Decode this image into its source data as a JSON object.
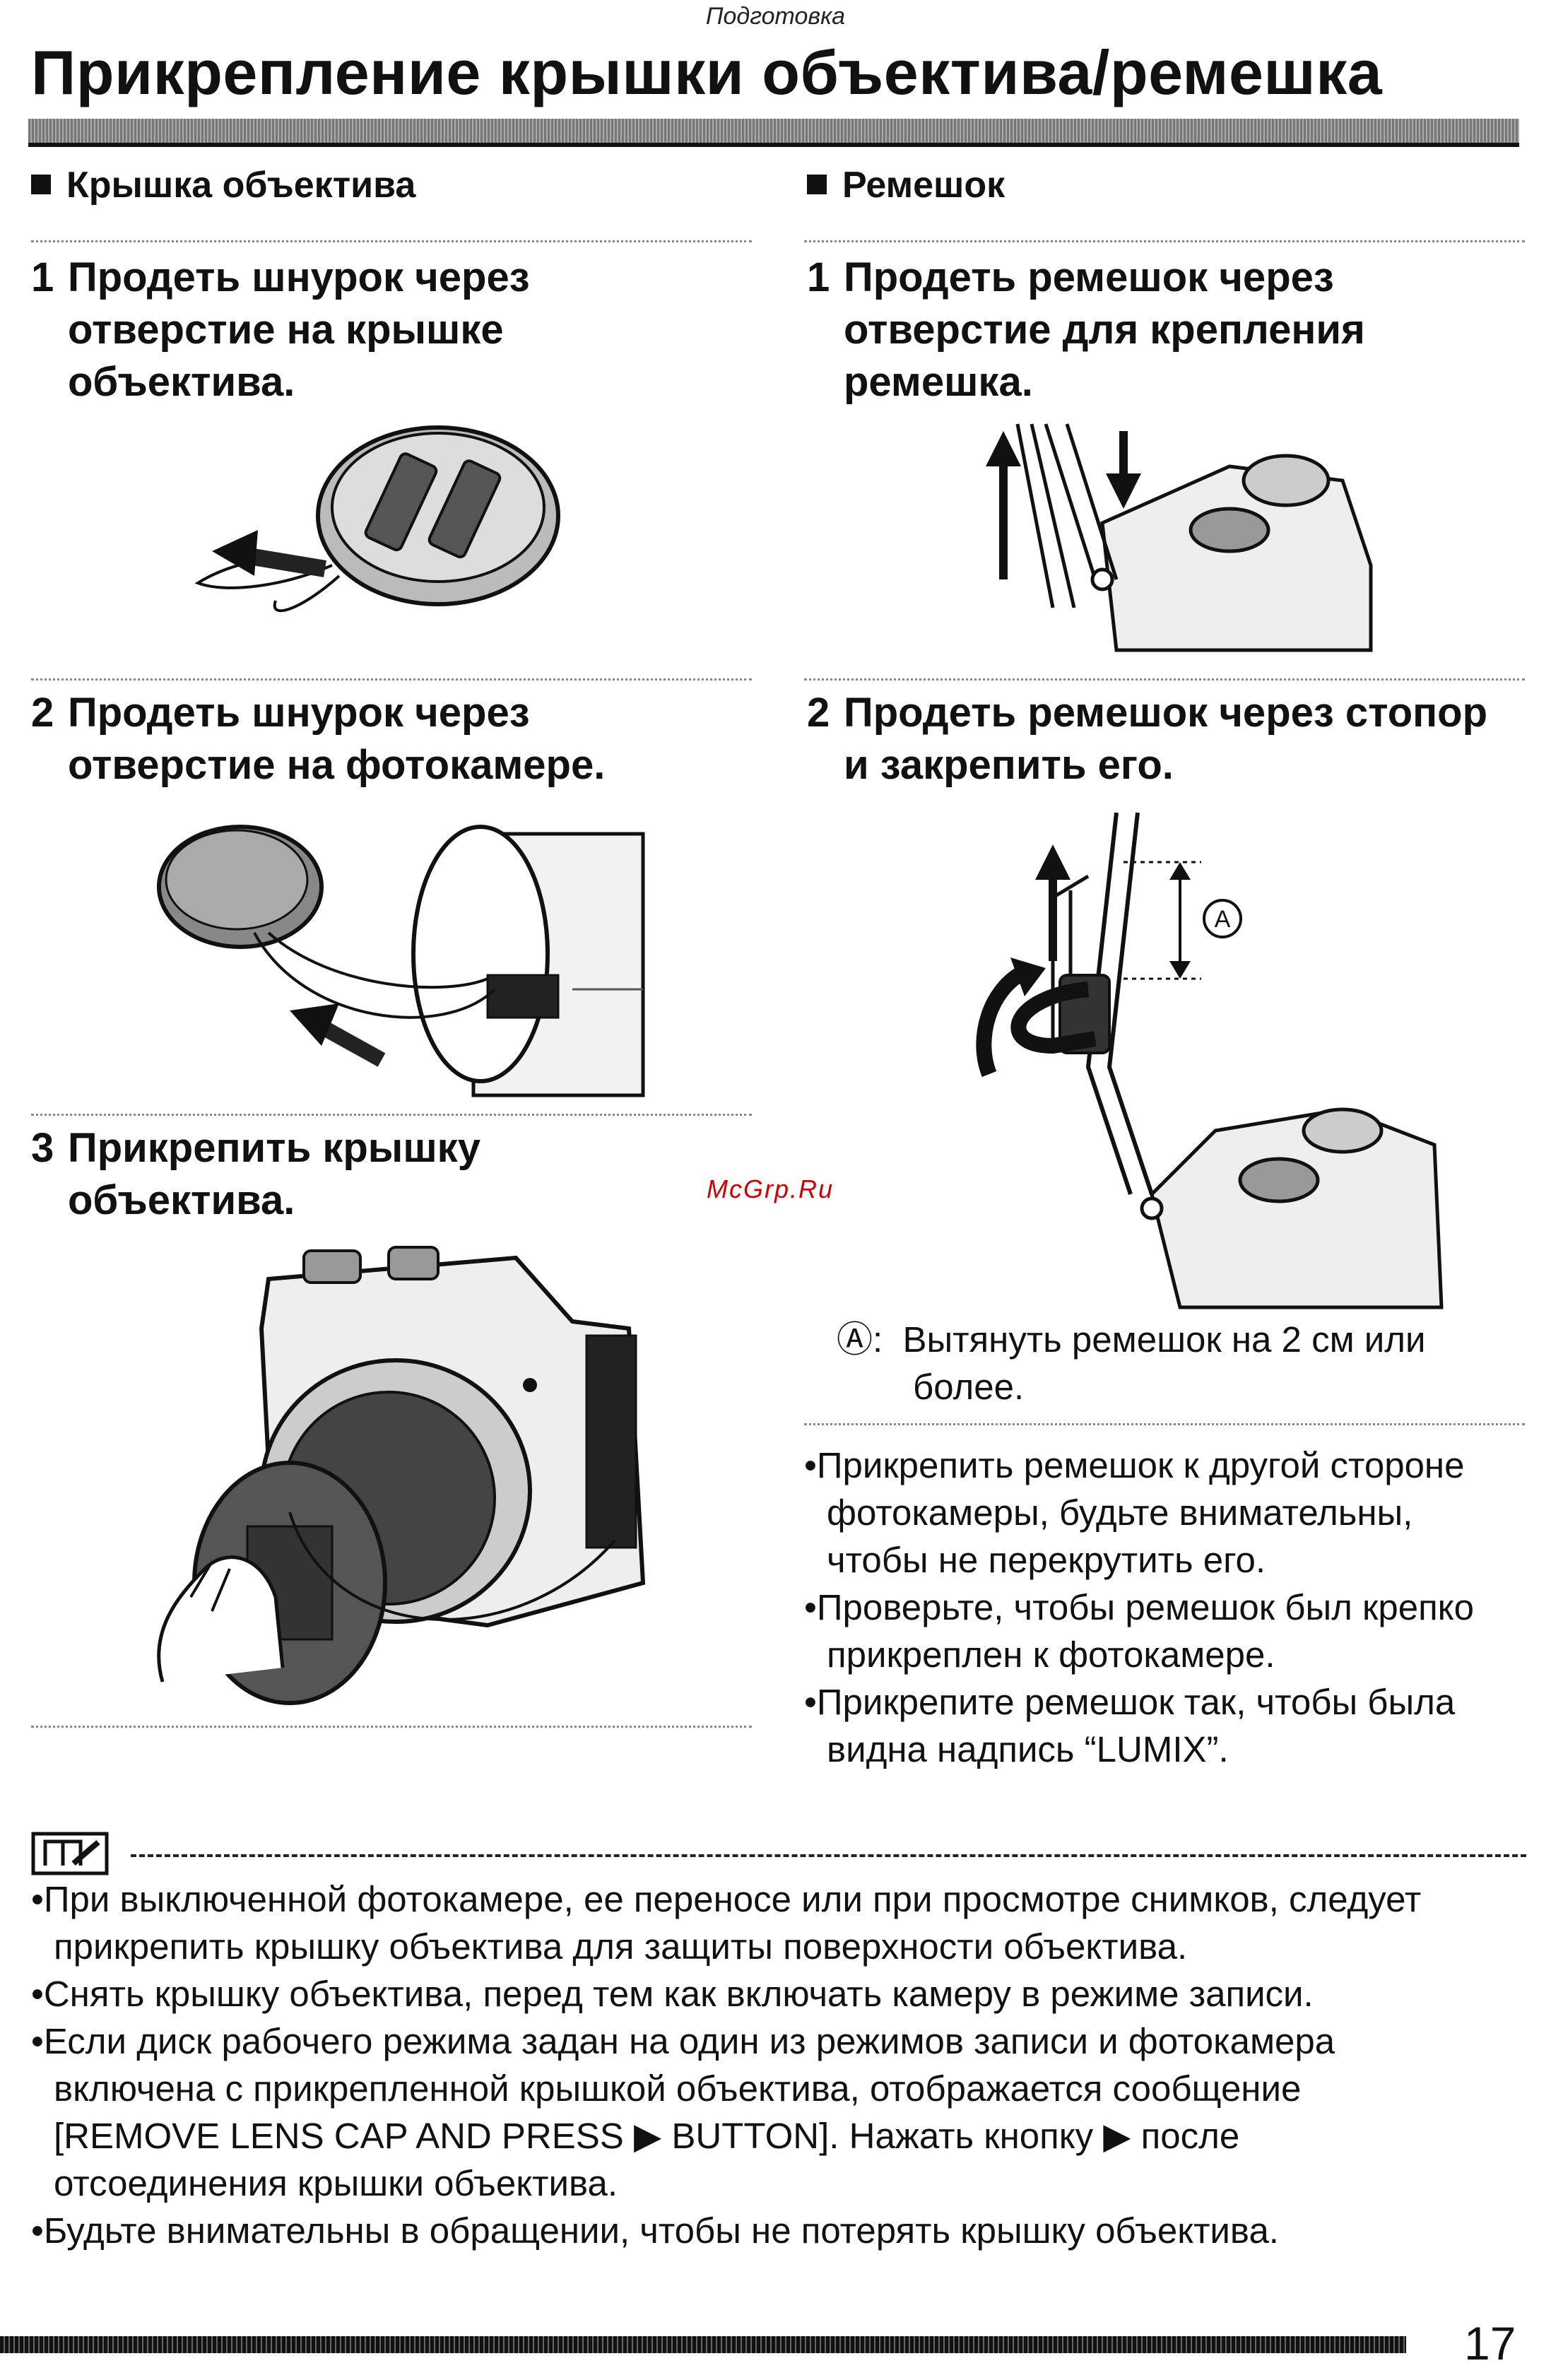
{
  "header": {
    "section": "Подготовка",
    "title": "Прикрепление крышки объектива/ремешка"
  },
  "left": {
    "heading": "Крышка объектива",
    "steps": [
      {
        "num": "1",
        "lines": [
          "Продеть шнурок через",
          "отверстие на крышке",
          "объектива."
        ]
      },
      {
        "num": "2",
        "lines": [
          "Продеть шнурок через",
          "отверстие на фотокамере."
        ]
      },
      {
        "num": "3",
        "lines": [
          "Прикрепить крышку",
          "объектива."
        ]
      }
    ]
  },
  "right": {
    "heading": "Ремешок",
    "steps": [
      {
        "num": "1",
        "lines": [
          "Продеть ремешок через",
          "отверстие для крепления",
          "ремешка."
        ]
      },
      {
        "num": "2",
        "lines": [
          "Продеть ремешок через стопор",
          "и закрепить его."
        ]
      }
    ],
    "callout_letter": "A",
    "callout_marker": "Ⓐ:",
    "callout_text_1": "Вытянуть ремешок на 2 см или",
    "callout_text_2": "более.",
    "bullets": [
      [
        "•Прикрепить ремешок к другой стороне",
        "фотокамеры, будьте внимательны,",
        "чтобы не перекрутить его."
      ],
      [
        "•Проверьте, чтобы ремешок был крепко",
        "прикреплен к фотокамере."
      ],
      [
        "•Прикрепите ремешок так, чтобы была",
        "видна надпись “LUMIX”."
      ]
    ]
  },
  "watermark": "McGrp.Ru",
  "notes": [
    [
      "•При выключенной фотокамере, ее переносе или при просмотре снимков, следует",
      "прикрепить крышку объектива для защиты поверхности объектива."
    ],
    [
      "•Снять крышку объектива, перед тем как включать камеру в режиме записи."
    ],
    [
      "•Если диск рабочего режима задан на один из режимов записи и фотокамера",
      "включена с прикрепленной крышкой объектива, отображается сообщение",
      "[REMOVE LENS CAP AND PRESS ▶ BUTTON]. Нажать кнопку ▶ после",
      "отсоединения крышки объектива."
    ],
    [
      "•Будьте внимательны в обращении, чтобы не потерять крышку объектива."
    ]
  ],
  "page_number": "17"
}
